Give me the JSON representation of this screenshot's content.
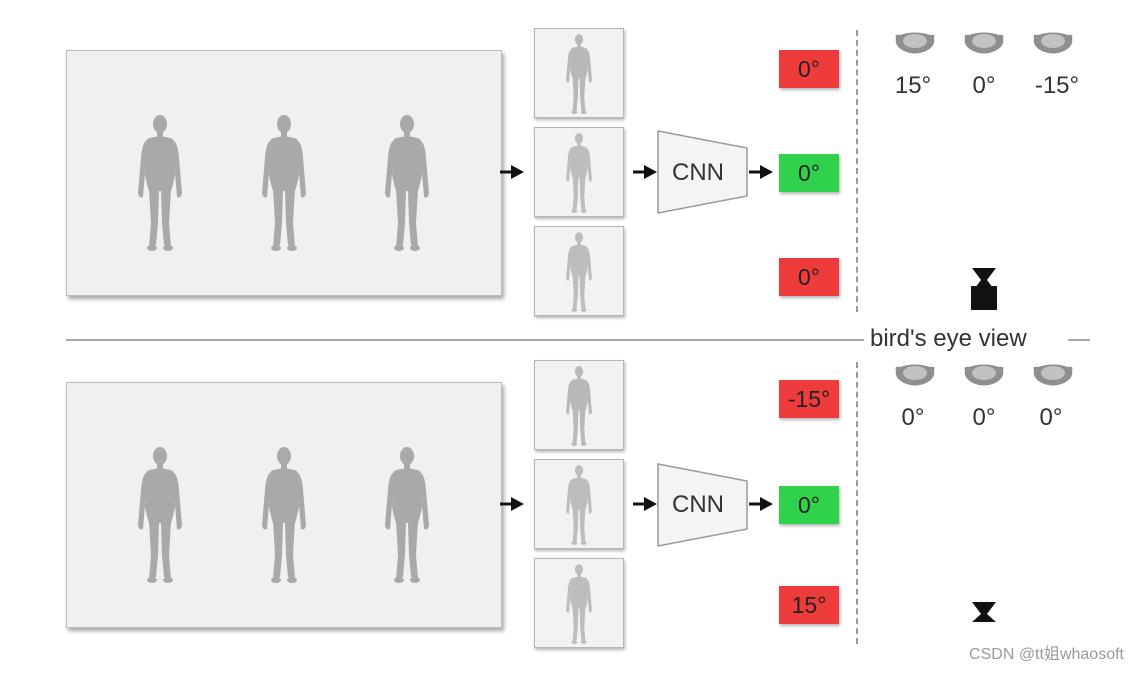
{
  "colors": {
    "badge_red": "#ee3b3b",
    "badge_green": "#2fd24a",
    "scene_bg": "#f0f0f0",
    "figure": "#a9a9a9"
  },
  "top_panel": {
    "cnn_label": "CNN",
    "predictions": [
      "0°",
      "0°",
      "0°"
    ],
    "bev_angles": [
      "15°",
      "0°",
      "-15°"
    ]
  },
  "divider": {
    "label": "bird's eye view"
  },
  "bottom_panel": {
    "cnn_label": "CNN",
    "predictions": [
      "-15°",
      "0°",
      "15°"
    ],
    "bev_angles": [
      "0°",
      "0°",
      "0°"
    ]
  },
  "icons": {
    "person": "person-icon",
    "head_top": "head-top-view-icon",
    "camera": "camera-icon",
    "arrow": "arrow-right-icon"
  },
  "watermark": "CSDN @tt姐whaosoft"
}
